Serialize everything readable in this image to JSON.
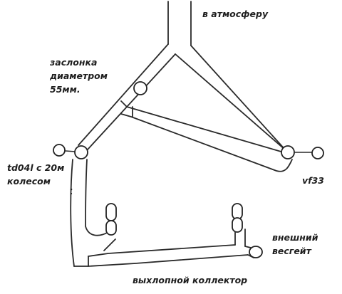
{
  "labels": {
    "atmosphere": "в атмосферу",
    "damper": "заслонка\nдиаметром\n55мм.",
    "turbo": "td04l с 20м\nколесом",
    "vf33": "vf33",
    "wastegate": "внешний\nвесгейт",
    "manifold": "выхлопной коллектор"
  }
}
